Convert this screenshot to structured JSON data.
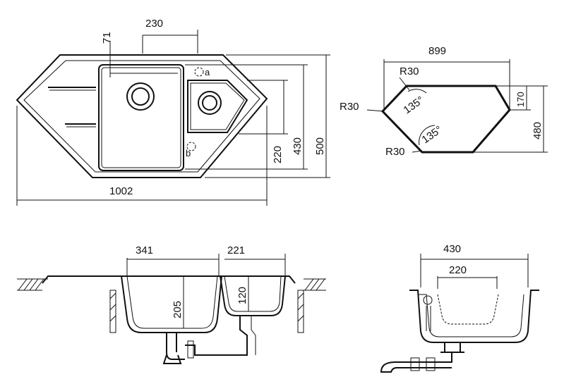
{
  "top_view": {
    "dims": {
      "bowl_width": "230",
      "drain_offset": "71",
      "overall_width": "1002",
      "small_bowl_depth": "220",
      "bowl_depth": "430",
      "overall_depth": "500"
    },
    "labels": {
      "a": "a",
      "b": "b"
    }
  },
  "cutout_view": {
    "dims": {
      "width": "899",
      "depth": "480",
      "edge": "170",
      "radius_top": "R30",
      "radius_left": "R30",
      "radius_bottom": "R30",
      "angle_top": "135°",
      "angle_bottom": "135°"
    }
  },
  "side_section": {
    "dims": {
      "main_bowl_width": "341",
      "small_bowl_width": "221",
      "main_bowl_depth": "205",
      "small_bowl_depth": "120"
    }
  },
  "end_section": {
    "dims": {
      "overall": "430",
      "inner": "220"
    }
  },
  "colors": {
    "line": "#111111",
    "background": "#ffffff"
  }
}
